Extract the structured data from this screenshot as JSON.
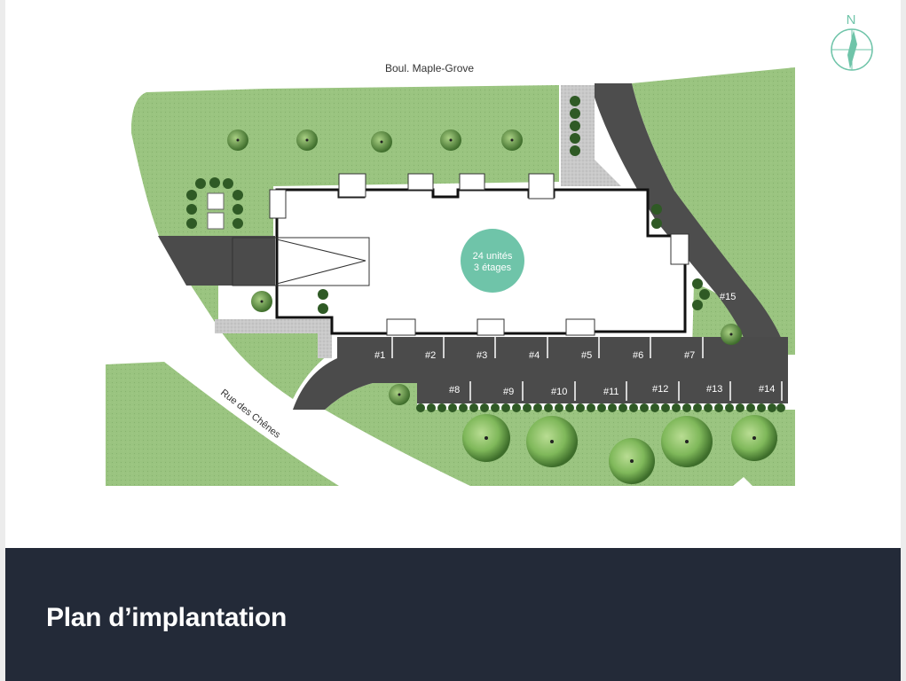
{
  "map": {
    "street_north": "Boul. Maple-Grove",
    "street_southwest": "Rue des Chênes",
    "building": {
      "line1": "24 unités",
      "line2": "3 étages"
    },
    "compass": "N",
    "parking_row_top": [
      "#1",
      "#2",
      "#3",
      "#4",
      "#5",
      "#6",
      "#7"
    ],
    "parking_row_bottom": [
      "#8",
      "#9",
      "#10",
      "#11",
      "#12",
      "#13",
      "#14"
    ],
    "parking_side": "#15"
  },
  "footer": {
    "title": "Plan d’implantation"
  },
  "colors": {
    "grass": "#9ac480",
    "asphalt": "#4b4b4b",
    "accent": "#6fc4a9",
    "footer_bg": "#232a38"
  }
}
